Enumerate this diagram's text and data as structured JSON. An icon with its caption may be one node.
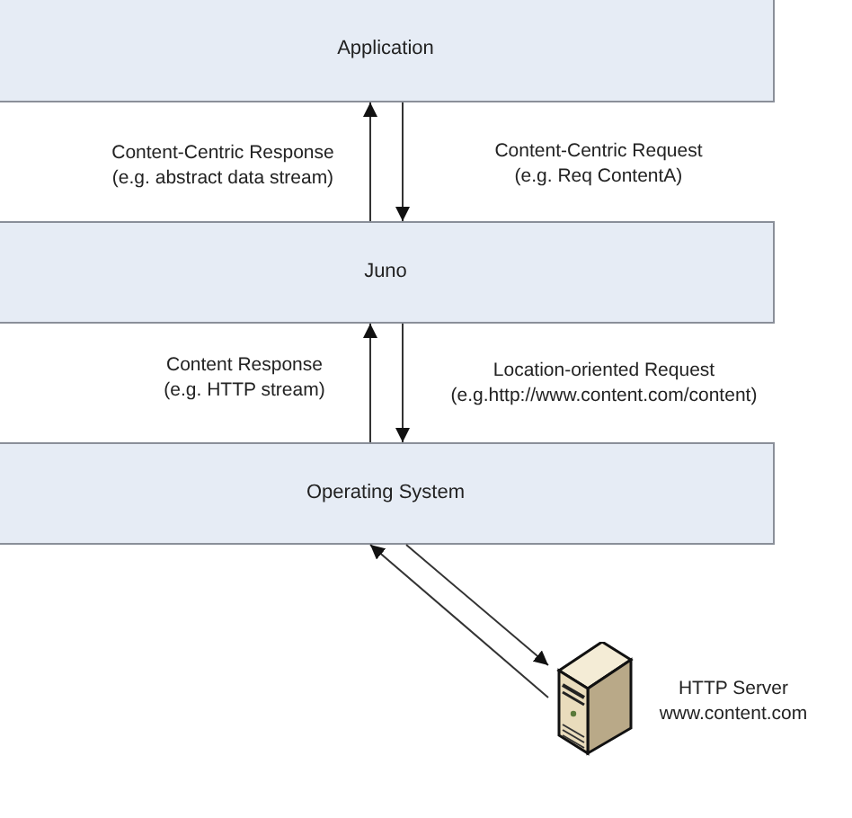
{
  "diagram": {
    "nodes": [
      {
        "text": [
          "Application"
        ]
      },
      {
        "text": [
          "Juno"
        ]
      },
      {
        "text": [
          "Operating System"
        ]
      },
      {
        "text": [],
        "shape": "server",
        "beside": [
          "HTTP Server www.content.com"
        ]
      }
    ],
    "edges": [
      {
        "from": 1,
        "to": 0,
        "arrow": "to",
        "label": "Content-Centric Response (e.g. abstract data stream)"
      },
      {
        "from": 0,
        "to": 1,
        "arrow": "to",
        "label": "Content-Centric Request (e.g. Req ContentA)"
      },
      {
        "from": 2,
        "to": 1,
        "arrow": "to",
        "label": "Content Response (e.g. HTTP stream)"
      },
      {
        "from": 1,
        "to": 2,
        "arrow": "to",
        "label": "Location-oriented Request (e.g.http://www.content.com/content)"
      },
      {
        "from": 3,
        "to": 2,
        "arrow": "to"
      },
      {
        "from": 2,
        "to": 3,
        "arrow": "to"
      }
    ]
  }
}
